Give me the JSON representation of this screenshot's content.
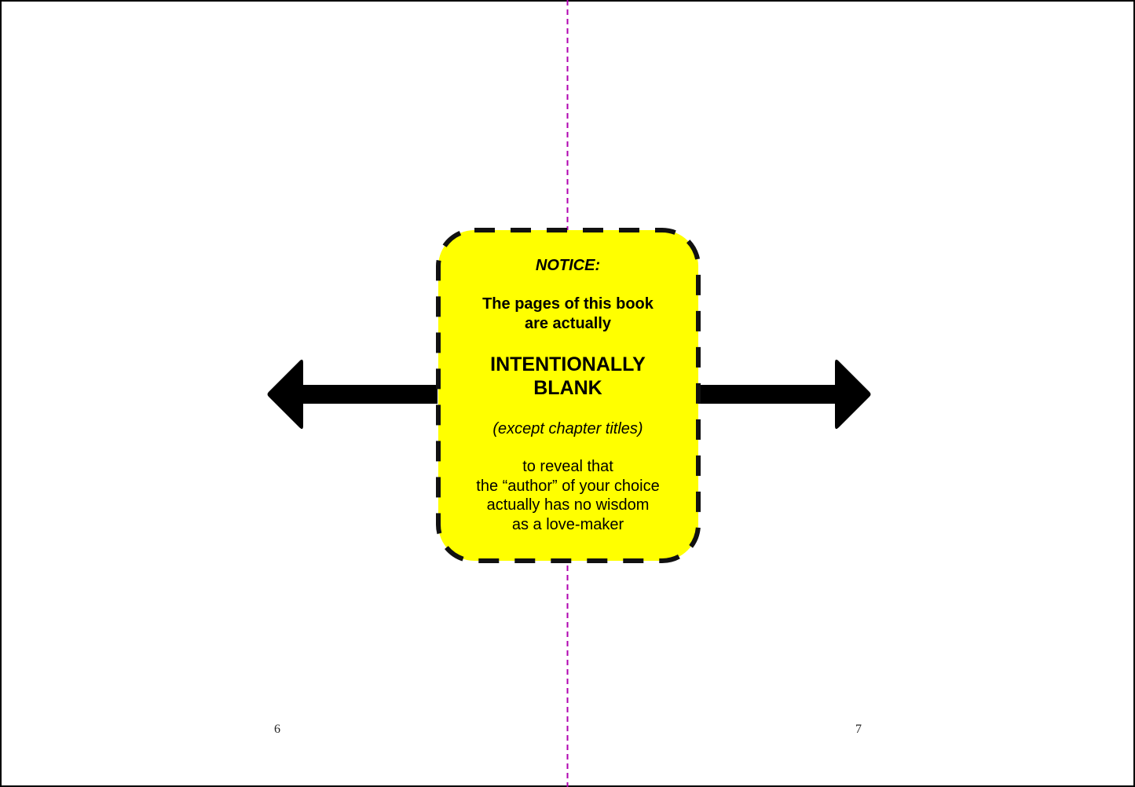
{
  "notice": {
    "heading": "NOTICE:",
    "line1": "The pages of this book",
    "line2": "are actually",
    "big1": "INTENTIONALLY",
    "big2": "BLANK",
    "aside": "(except chapter titles)",
    "body1": "to reveal that",
    "body2": "the “author” of your choice",
    "body3": "actually has no wisdom",
    "body4": "as a love-maker"
  },
  "pages": {
    "left": "6",
    "right": "7"
  },
  "colors": {
    "box": "#ffff00",
    "gutter": "#b000b0"
  }
}
